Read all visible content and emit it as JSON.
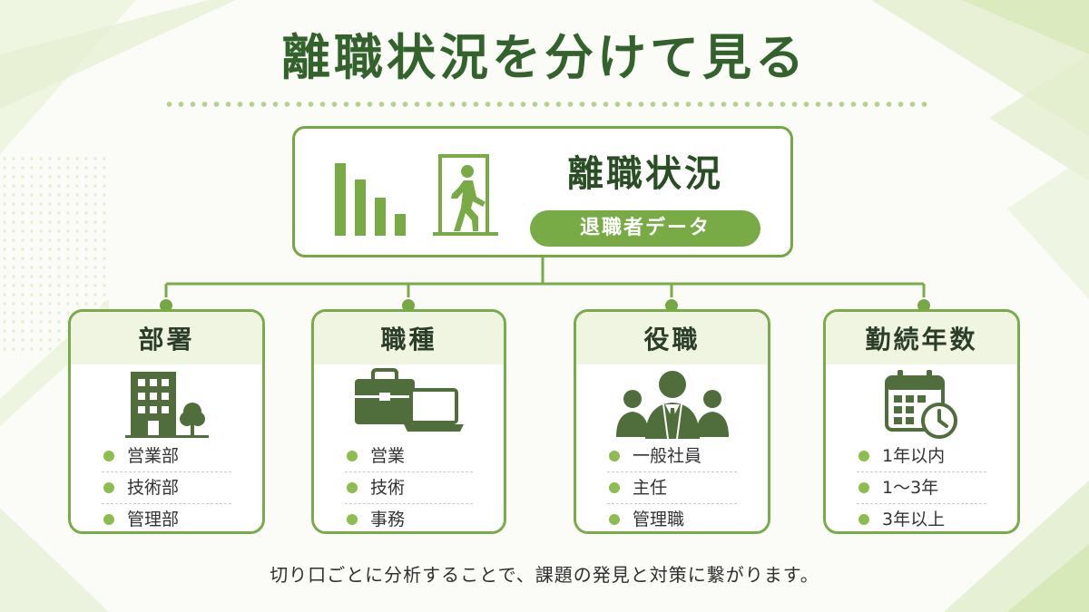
{
  "title": "離職状況を分けて見る",
  "center": {
    "title": "離職状況",
    "subtitle": "退職者データ"
  },
  "cards": [
    {
      "label": "部署",
      "icon": "office-building-icon",
      "items": [
        "営業部",
        "技術部",
        "管理部"
      ]
    },
    {
      "label": "職種",
      "icon": "briefcase-laptop-icon",
      "items": [
        "営業",
        "技術",
        "事務"
      ]
    },
    {
      "label": "役職",
      "icon": "people-group-icon",
      "items": [
        "一般社員",
        "主任",
        "管理職"
      ]
    },
    {
      "label": "勤続年数",
      "icon": "calendar-clock-icon",
      "items": [
        "1年以内",
        "1〜3年",
        "3年以上"
      ]
    }
  ],
  "footer": "切り口ごとに分析することで、課題の発見と対策に繋がります。",
  "colors": {
    "primary": "#76a745",
    "dark_green": "#33622c",
    "header_bg": "#eff5e1",
    "bullet": "#8cbd4e",
    "icon_fill": "#4f6e3c"
  }
}
